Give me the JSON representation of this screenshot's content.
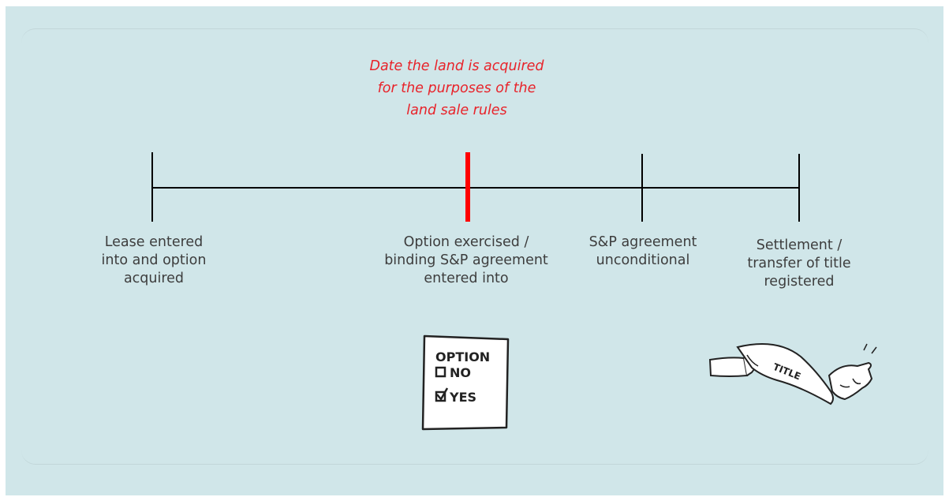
{
  "header": {
    "acquisition_note": [
      "Date the land is acquired",
      "for the purposes of the",
      "land sale rules"
    ]
  },
  "timeline": {
    "events": [
      {
        "lines": [
          "Lease entered",
          "into and option",
          "acquired"
        ]
      },
      {
        "lines": [
          "Option exercised /",
          "binding S&P agreement",
          "entered into"
        ]
      },
      {
        "lines": [
          "S&P agreement",
          "unconditional"
        ]
      },
      {
        "lines": [
          "Settlement /",
          "transfer of title",
          "registered"
        ]
      }
    ],
    "highlighted_event_index": 1,
    "highlight_color": "#ff0000",
    "line_color": "#000000"
  },
  "illustrations": {
    "option_form": {
      "heading": "OPTION",
      "choices": [
        {
          "label": "NO",
          "checked": false
        },
        {
          "label": "YES",
          "checked": true
        }
      ]
    },
    "title_handover": {
      "document_label": "TITLE"
    }
  }
}
